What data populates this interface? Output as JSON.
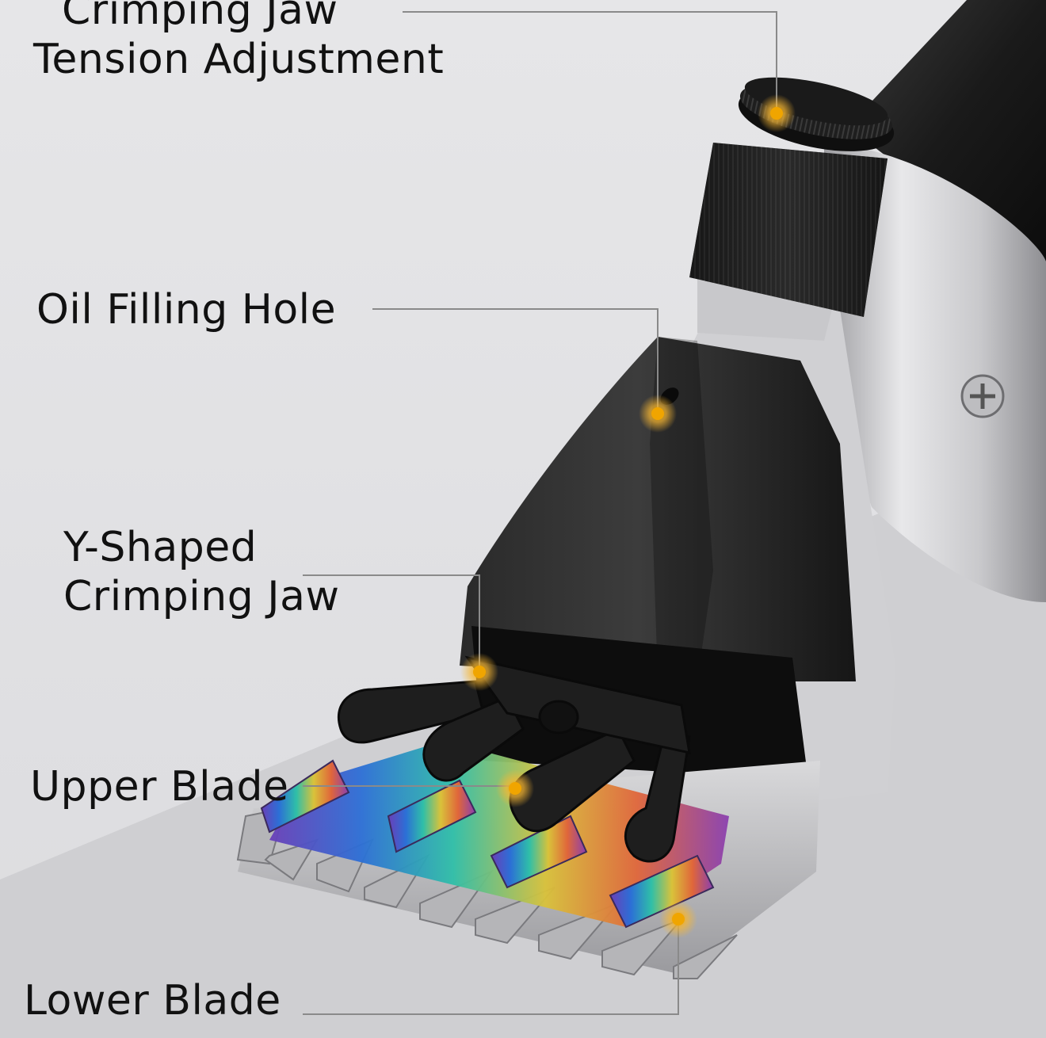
{
  "colors": {
    "background": "#e4e4e6",
    "background_lower": "#cdcdd0",
    "leader_line": "#8a8a8a",
    "marker": "#f0a500",
    "marker_halo": "#f7b733"
  },
  "callouts": [
    {
      "id": "tension",
      "lines": [
        "Crimping Jaw",
        "Tension Adjustment"
      ]
    },
    {
      "id": "oil",
      "lines": [
        "Oil Filling Hole"
      ]
    },
    {
      "id": "jaw",
      "lines": [
        "Y-Shaped",
        "Crimping Jaw"
      ]
    },
    {
      "id": "upper",
      "lines": [
        "Upper Blade"
      ]
    },
    {
      "id": "lower",
      "lines": [
        "Lower Blade"
      ]
    }
  ]
}
